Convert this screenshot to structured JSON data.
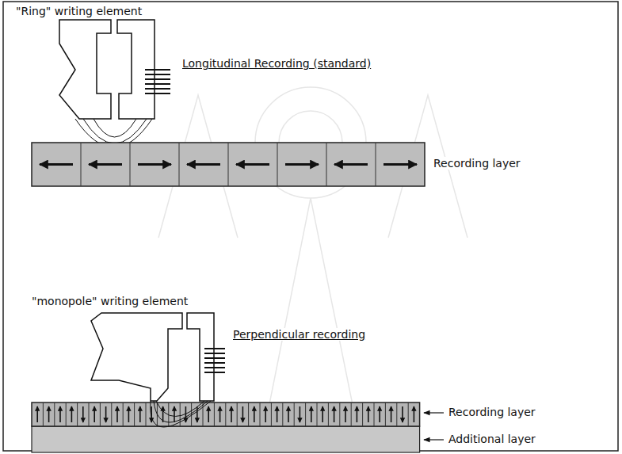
{
  "diagram": {
    "labels": [
      "\"Ring\" writing element",
      "Longitudinal Recording (standard)",
      "Recording layer",
      "\"monopole\" writing element",
      "Perpendicular recording",
      "Recording layer",
      "Additional layer"
    ]
  }
}
